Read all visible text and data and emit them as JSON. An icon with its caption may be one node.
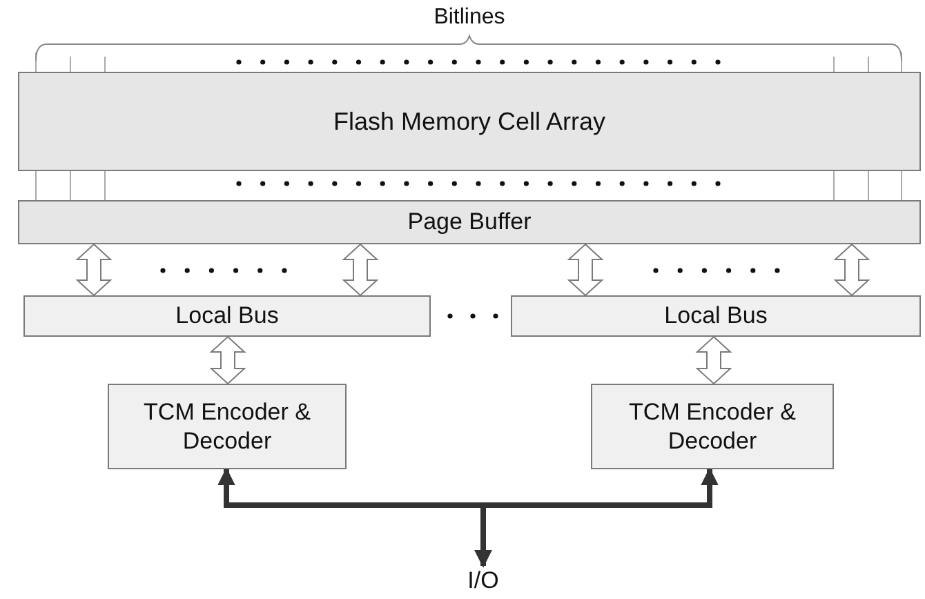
{
  "diagram": {
    "nodes": [
      {
        "text": [
          "Flash Memory Cell Array"
        ]
      },
      {
        "text": [
          "Page Buffer"
        ]
      },
      {
        "text": [
          "Local Bus"
        ]
      },
      {
        "text": [
          "Local Bus"
        ]
      },
      {
        "text": [
          "TCM Encoder & Decoder"
        ]
      },
      {
        "text": [
          "TCM Encoder & Decoder"
        ]
      },
      {
        "text": [
          "I/O"
        ]
      }
    ],
    "edges": [
      {
        "from": 1,
        "to": 2,
        "arrow": "both"
      },
      {
        "from": 1,
        "to": 2,
        "arrow": "both"
      },
      {
        "from": 1,
        "to": 3,
        "arrow": "both"
      },
      {
        "from": 1,
        "to": 3,
        "arrow": "both"
      },
      {
        "from": 2,
        "to": 4,
        "arrow": "both"
      },
      {
        "from": 3,
        "to": 5,
        "arrow": "both"
      },
      {
        "from": 6,
        "to": 4,
        "arrow": "both",
        "color": "#333333"
      },
      {
        "from": 6,
        "to": 5,
        "arrow": "both",
        "color": "#333333"
      }
    ],
    "labels": [
      "Bitlines"
    ]
  }
}
